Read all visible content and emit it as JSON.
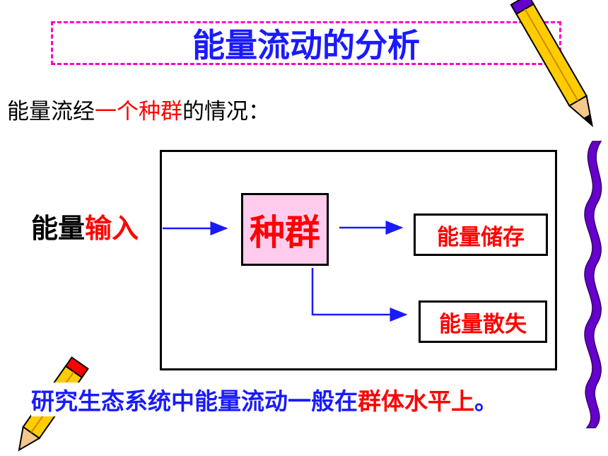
{
  "title": "能量流动的分析",
  "subtitle": {
    "part1": "能量流经",
    "highlight": "一个种群",
    "part2": "的情况："
  },
  "diagram": {
    "input_prefix": "能量",
    "input_highlight": "输入",
    "population": "种群",
    "storage": "能量储存",
    "dissipation": "能量散失"
  },
  "bottom": {
    "part1": "研究生态系统中能量流动一般在",
    "highlight": "群体水平上",
    "part2": "。"
  },
  "colors": {
    "title_blue": "#1a1aff",
    "highlight_red": "#ff0000",
    "dash_pink": "#ff00cc",
    "population_fill": "#ffccee",
    "decor_purple": "#6600cc",
    "pencil_yellow": "#ffcc00"
  },
  "icons": [
    "pencil-icon",
    "pencil-icon",
    "wavy-ribbon-icon"
  ]
}
